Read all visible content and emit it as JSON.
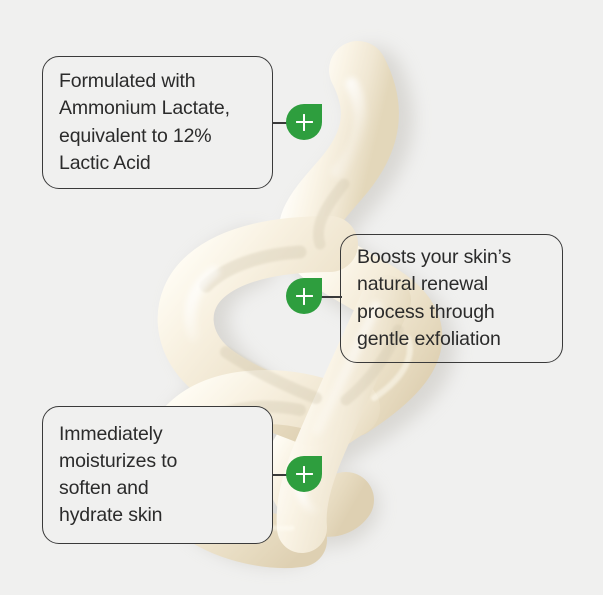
{
  "graphic": {
    "name": "cream-product-benefits-infographic",
    "background_color": "#f0f0ef",
    "accent_color": "#2e9e3e",
    "border_color": "#3a3a3a",
    "text_color": "#2b2b2b",
    "cream_color": "#f6eedd",
    "cream_highlight": "#fffdf6",
    "cream_shadow": "#d9d2c2",
    "drop_shadow_color": "#cfcfcd",
    "subject": "glossy cream lotion swirl"
  },
  "callouts": [
    {
      "id": "callout-1",
      "text": "Formulated with\nAmmonium Lactate,\nequivalent to 12%\nLactic Acid",
      "badge_icon": "plus-icon",
      "background": "filled"
    },
    {
      "id": "callout-2",
      "text": "Boosts your skin’s\nnatural renewal\nprocess through\ngentle exfoliation",
      "badge_icon": "plus-icon",
      "background": "transparent"
    },
    {
      "id": "callout-3",
      "text": "Immediately\nmoisturizes to\nsoften and\nhydrate skin",
      "badge_icon": "plus-icon",
      "background": "filled"
    }
  ]
}
